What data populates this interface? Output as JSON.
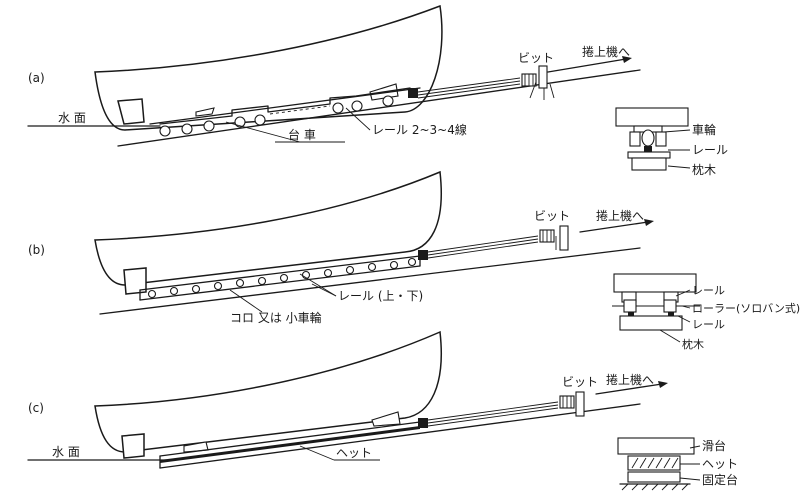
{
  "panels": {
    "a": {
      "label": "(a)",
      "water": "水 面",
      "cart": "台 車",
      "rail": "レール 2~3~4線",
      "bitt": "ビット",
      "winch": "捲上機へ",
      "detail": {
        "wheel": "車輪",
        "rail": "レール",
        "sleeper": "枕木"
      }
    },
    "b": {
      "label": "(b)",
      "rail": "レール (上・下)",
      "roller": "コロ 又は 小車輪",
      "bitt": "ビット",
      "winch": "捲上機へ",
      "detail": {
        "rail_top": "レール",
        "roller": "ローラー(ソロバン式)",
        "rail_bottom": "レール",
        "sleeper": "枕木"
      }
    },
    "c": {
      "label": "(c)",
      "water": "水 面",
      "head": "ヘット",
      "bitt": "ビット",
      "winch": "捲上機へ",
      "detail": {
        "slide": "滑台",
        "head": "ヘット",
        "base": "固定台"
      }
    }
  }
}
